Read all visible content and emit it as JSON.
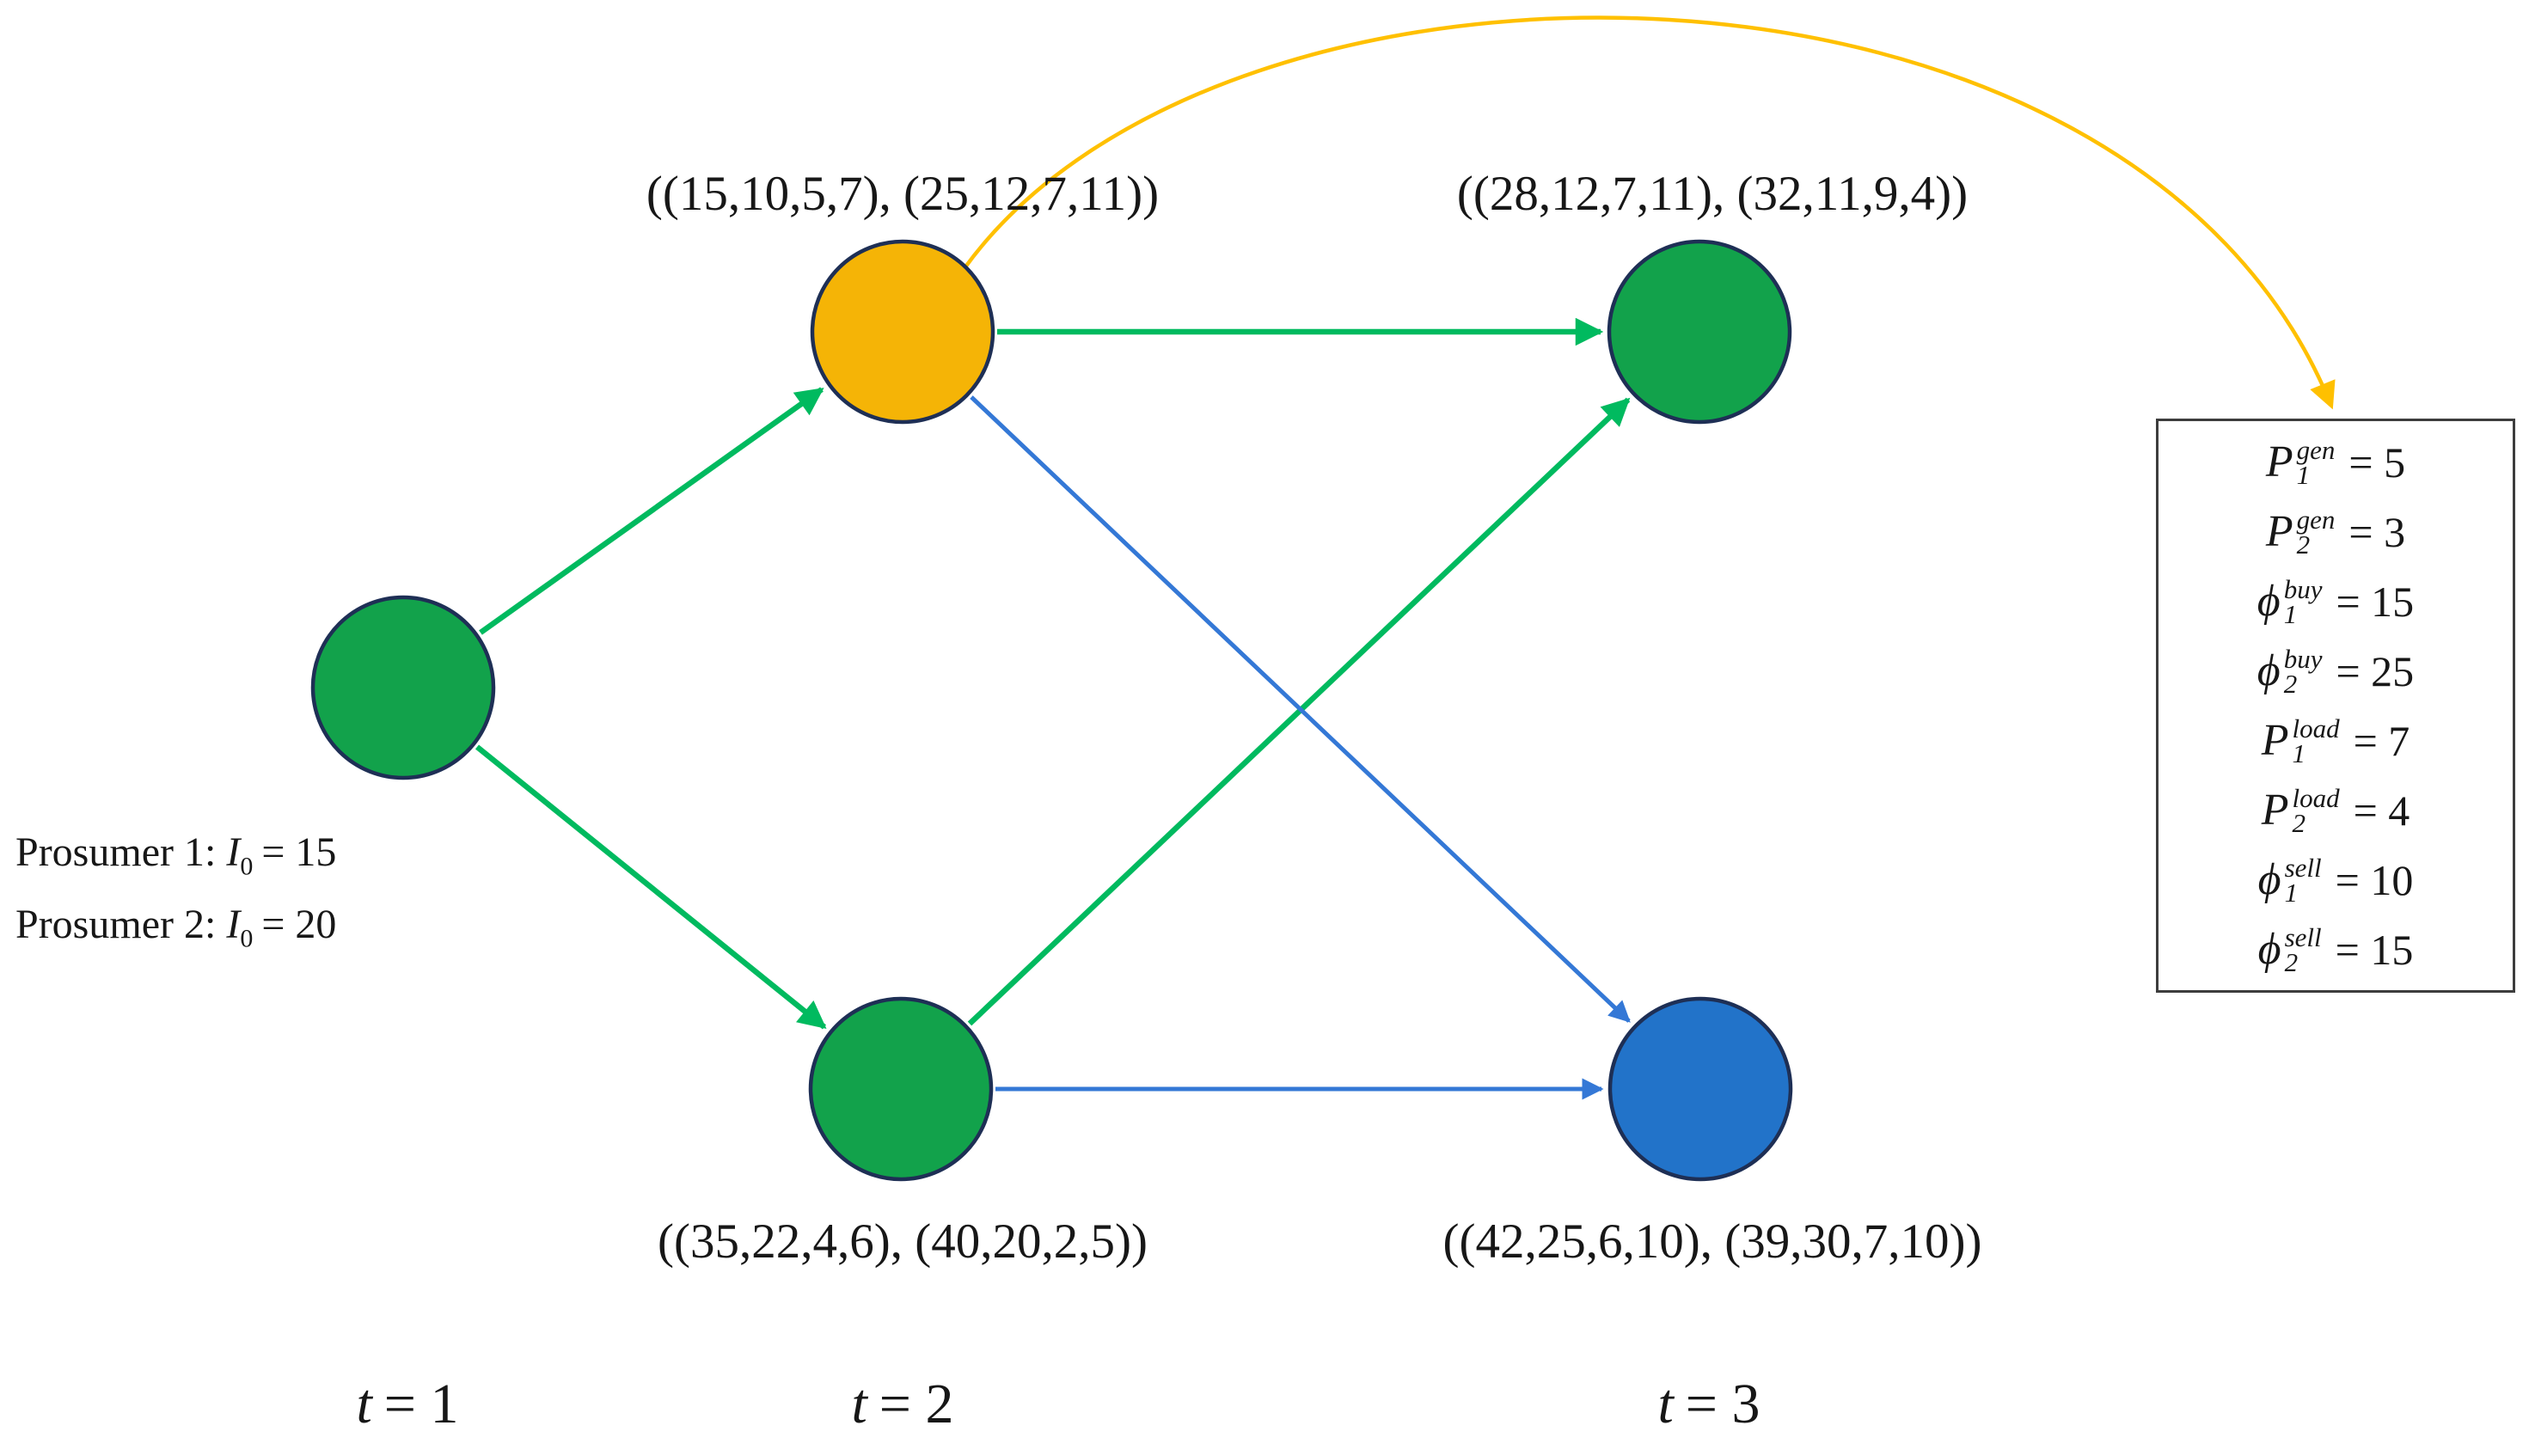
{
  "colors": {
    "node_green": "#12A24B",
    "node_orange": "#F5B406",
    "node_blue": "#2273C9",
    "node_border": "#1E2F55",
    "edge_green": "#00BA5F",
    "edge_blue": "#3478D6",
    "edge_yellow": "#FFC000"
  },
  "node_labels": {
    "t2_top": "((15,10,5,7), (25,12,7,11))",
    "t3_top": "((28,12,7,11), (32,11,9,4))",
    "t2_bottom": "((35,22,4,6), (40,20,2,5))",
    "t3_bottom": "((42,25,6,10), (39,30,7,10))"
  },
  "side_note": {
    "lines": [
      {
        "prefix": "Prosumer 1:",
        "var": "I",
        "sub": "0",
        "value": "= 15"
      },
      {
        "prefix": "Prosumer 2:",
        "var": "I",
        "sub": "0",
        "value": "= 20"
      }
    ]
  },
  "timeline": [
    {
      "var": "t",
      "value": "= 1"
    },
    {
      "var": "t",
      "value": "= 2"
    },
    {
      "var": "t",
      "value": "= 3"
    }
  ],
  "param_box": {
    "equations": [
      {
        "sym": "P",
        "sub": "1",
        "sup": "gen",
        "value": "= 5"
      },
      {
        "sym": "P",
        "sub": "2",
        "sup": "gen",
        "value": "= 3"
      },
      {
        "sym": "ϕ",
        "sub": "1",
        "sup": "buy",
        "value": "= 15"
      },
      {
        "sym": "ϕ",
        "sub": "2",
        "sup": "buy",
        "value": "= 25"
      },
      {
        "sym": "P",
        "sub": "1",
        "sup": "load",
        "value": "= 7"
      },
      {
        "sym": "P",
        "sub": "2",
        "sup": "load",
        "value": "= 4"
      },
      {
        "sym": "ϕ",
        "sub": "1",
        "sup": "sell",
        "value": "= 10"
      },
      {
        "sym": "ϕ",
        "sub": "2",
        "sup": "sell",
        "value": "= 15"
      }
    ]
  }
}
